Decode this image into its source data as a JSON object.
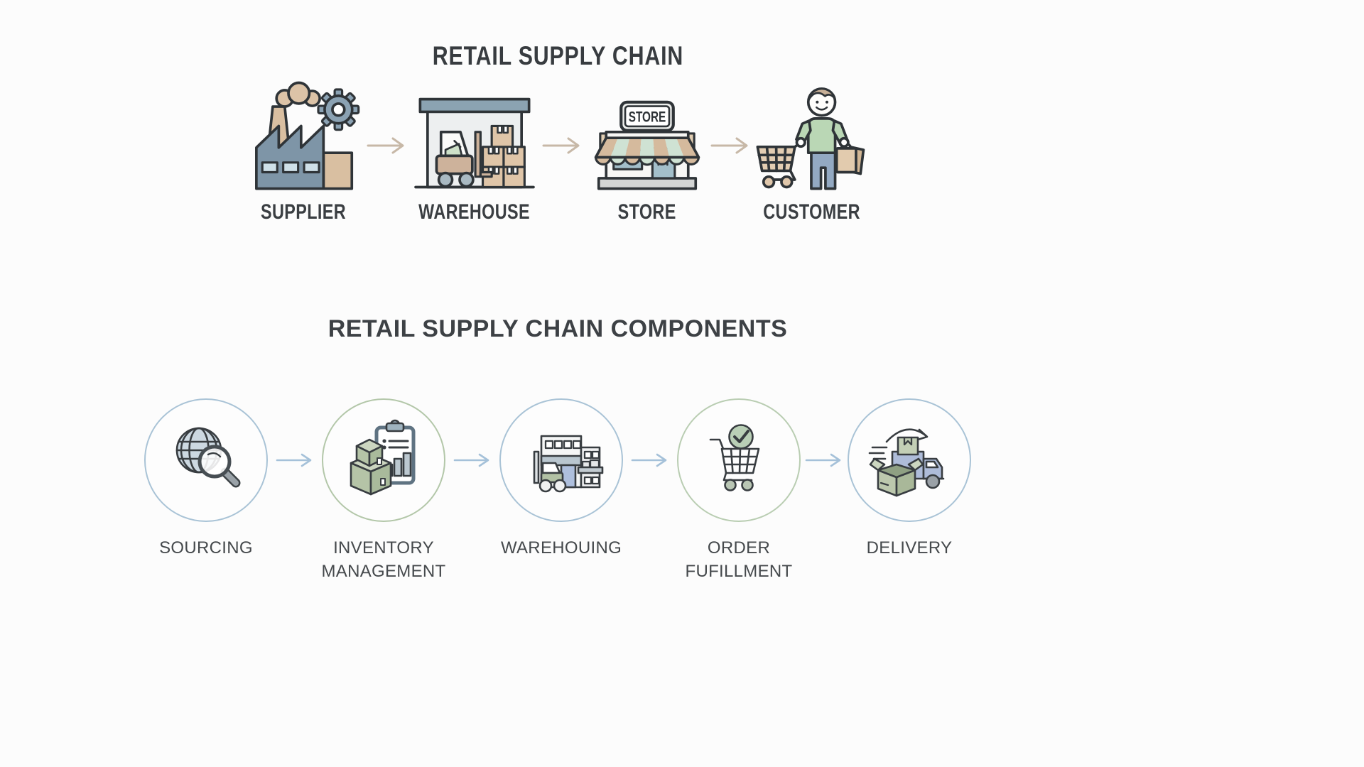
{
  "canvas": {
    "background": "#fcfcfc"
  },
  "top_section": {
    "title": "RETAIL SUPPLY CHAIN",
    "arrow_color": "#c7b8a7",
    "stages": [
      {
        "label": "SUPPLIER",
        "icon": "factory-icon"
      },
      {
        "label": "WAREHOUSE",
        "icon": "warehouse-icon"
      },
      {
        "label": "STORE",
        "icon": "storefront-icon",
        "sign_text": "STORE"
      },
      {
        "label": "CUSTOMER",
        "icon": "shopper-icon"
      }
    ]
  },
  "bottom_section": {
    "title": "RETAIL SUPPLY CHAIN COMPONENTS",
    "arrow_color": "#a5c1d9",
    "components": [
      {
        "label": "SOURCING",
        "icon": "globe-magnifier-icon",
        "ring_color": "#a9c3d6"
      },
      {
        "label": "INVENTORY\nMANAGEMENT",
        "icon": "boxes-clipboard-icon",
        "ring_color": "#b3c7a9"
      },
      {
        "label": "WAREHOUING",
        "icon": "warehouse-forklift-icon",
        "ring_color": "#a9c3d6"
      },
      {
        "label": "ORDER\nFUFILLMENT",
        "icon": "cart-check-icon",
        "ring_color": "#b9cdb2"
      },
      {
        "label": "DELIVERY",
        "icon": "truck-box-icon",
        "ring_color": "#a9c3d6"
      }
    ]
  }
}
